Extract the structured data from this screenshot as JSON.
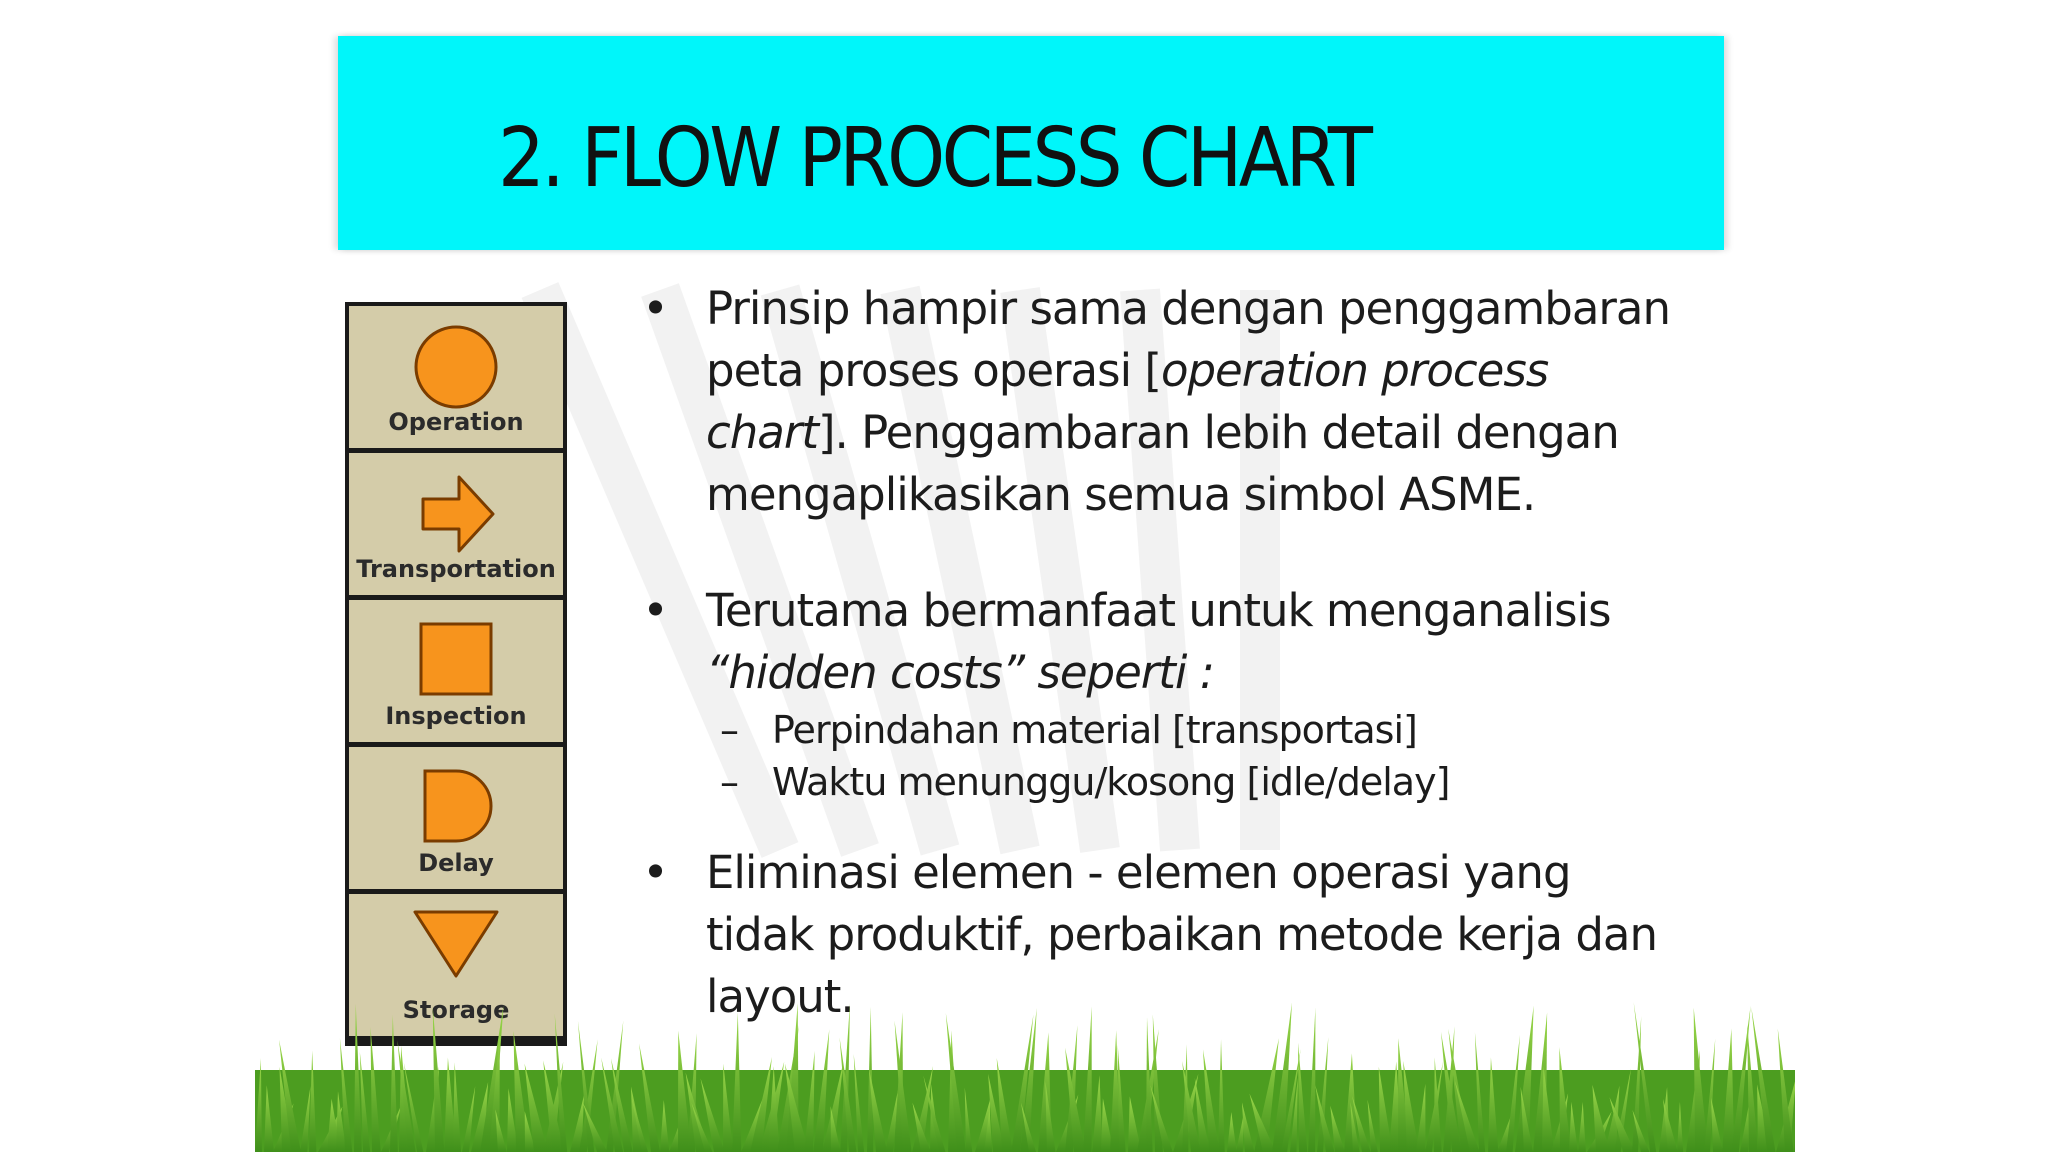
{
  "slide": {
    "title": "2.  FLOW PROCESS CHART"
  },
  "symbols": [
    {
      "label": "Operation",
      "icon": "orange-circle-icon"
    },
    {
      "label": "Transportation",
      "icon": "orange-arrow-icon"
    },
    {
      "label": "Inspection",
      "icon": "orange-square-icon"
    },
    {
      "label": "Delay",
      "icon": "orange-d-shape-icon"
    },
    {
      "label": "Storage",
      "icon": "orange-triangle-icon"
    }
  ],
  "bullets": {
    "b1": {
      "marker": "•",
      "text_a": "Prinsip hampir sama dengan penggambaran peta proses operasi [",
      "italic_a": "operation process chart",
      "text_b": "].  Penggambaran lebih detail dengan mengaplikasikan semua simbol ASME."
    },
    "b2": {
      "marker": "•",
      "text_a": "Terutama bermanfaat untuk menganalisis  ",
      "italic_a": "“hidden costs” seperti :",
      "subs": [
        {
          "dash": "–",
          "text": "Perpindahan material [transportasi]"
        },
        {
          "dash": "–",
          "text": "Waktu menunggu/kosong [idle/delay]"
        }
      ]
    },
    "b3": {
      "marker": "•",
      "text": "Eliminasi elemen - elemen operasi yang tidak  produktif, perbaikan metode kerja dan layout."
    }
  },
  "colors": {
    "title_bg": "#00f6fa",
    "symbol_fill": "#f7941d",
    "panel_bg": "#d4cca9",
    "grass": "#6fbf2a"
  }
}
